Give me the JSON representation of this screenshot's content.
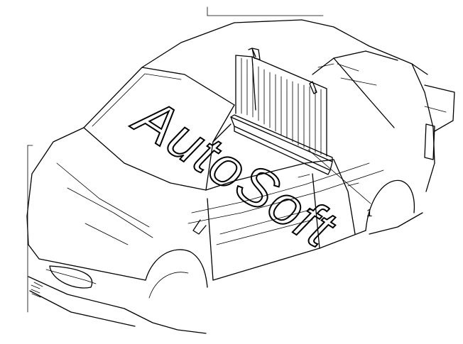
{
  "callouts": [
    {
      "number": "1",
      "part": "filter-element"
    }
  ],
  "watermark": {
    "text": "AutoSoft"
  },
  "colors": {
    "line": "#000000",
    "background": "#ffffff"
  }
}
